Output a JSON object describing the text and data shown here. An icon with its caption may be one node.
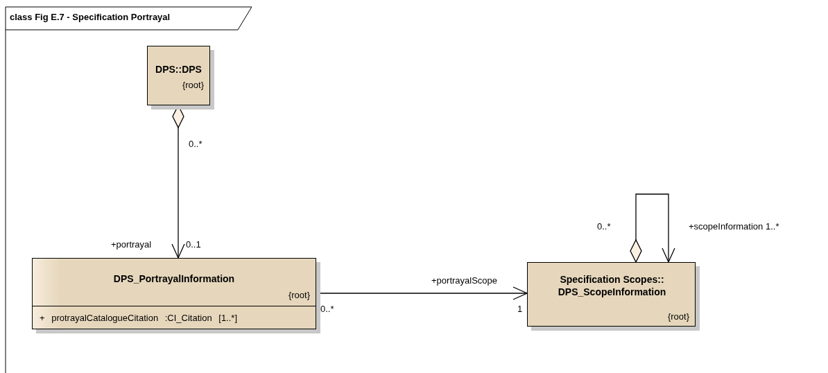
{
  "diagram": {
    "title": "class Fig E.7 - Specification Portrayal",
    "nodes": [
      {
        "text": [
          "DPS::DPS",
          "{root}"
        ]
      },
      {
        "text": [
          "DPS_PortrayalInformation",
          "{root}",
          "+ protrayalCatalogueCitation :CI_Citation [1..*]"
        ]
      },
      {
        "text": [
          "Specification Scopes:: DPS_ScopeInformation",
          "{root}"
        ]
      }
    ],
    "edges": [
      {
        "from": 0,
        "to": 1,
        "arrow": "to"
      },
      {
        "from": 1,
        "to": 2,
        "arrow": "to"
      },
      {
        "from": 2,
        "to": 2,
        "arrow": "to"
      }
    ],
    "labels": [
      "0..*",
      "0..*",
      "+scopeInformation 1..*",
      "+portrayal",
      "0..1",
      "+portrayalScope",
      "0..*",
      "1"
    ]
  }
}
